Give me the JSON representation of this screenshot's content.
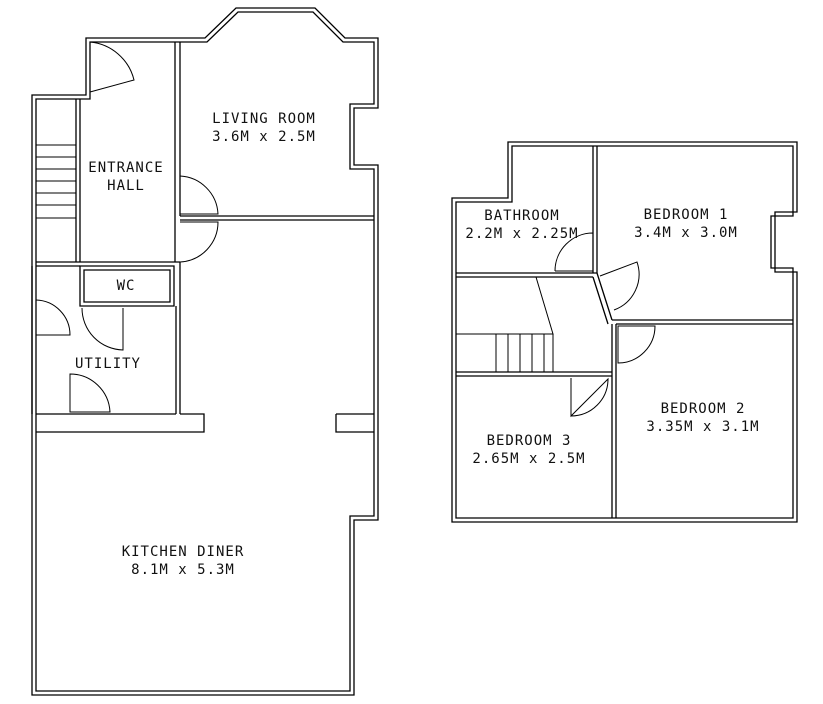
{
  "ground_floor": {
    "entrance_hall": {
      "line1": "ENTRANCE",
      "line2": "HALL"
    },
    "living_room": {
      "name": "LIVING ROOM",
      "dims": "3.6M x 2.5M"
    },
    "wc": {
      "name": "WC"
    },
    "utility": {
      "name": "UTILITY"
    },
    "kitchen_diner": {
      "name": "KITCHEN DINER",
      "dims": "8.1M x 5.3M"
    }
  },
  "first_floor": {
    "bathroom": {
      "name": "BATHROOM",
      "dims": "2.2M x 2.25M"
    },
    "bedroom_1": {
      "name": "BEDROOM 1",
      "dims": "3.4M x 3.0M"
    },
    "bedroom_2": {
      "name": "BEDROOM 2",
      "dims": "3.35M x 3.1M"
    },
    "bedroom_3": {
      "name": "BEDROOM 3",
      "dims": "2.65M x 2.5M"
    }
  }
}
